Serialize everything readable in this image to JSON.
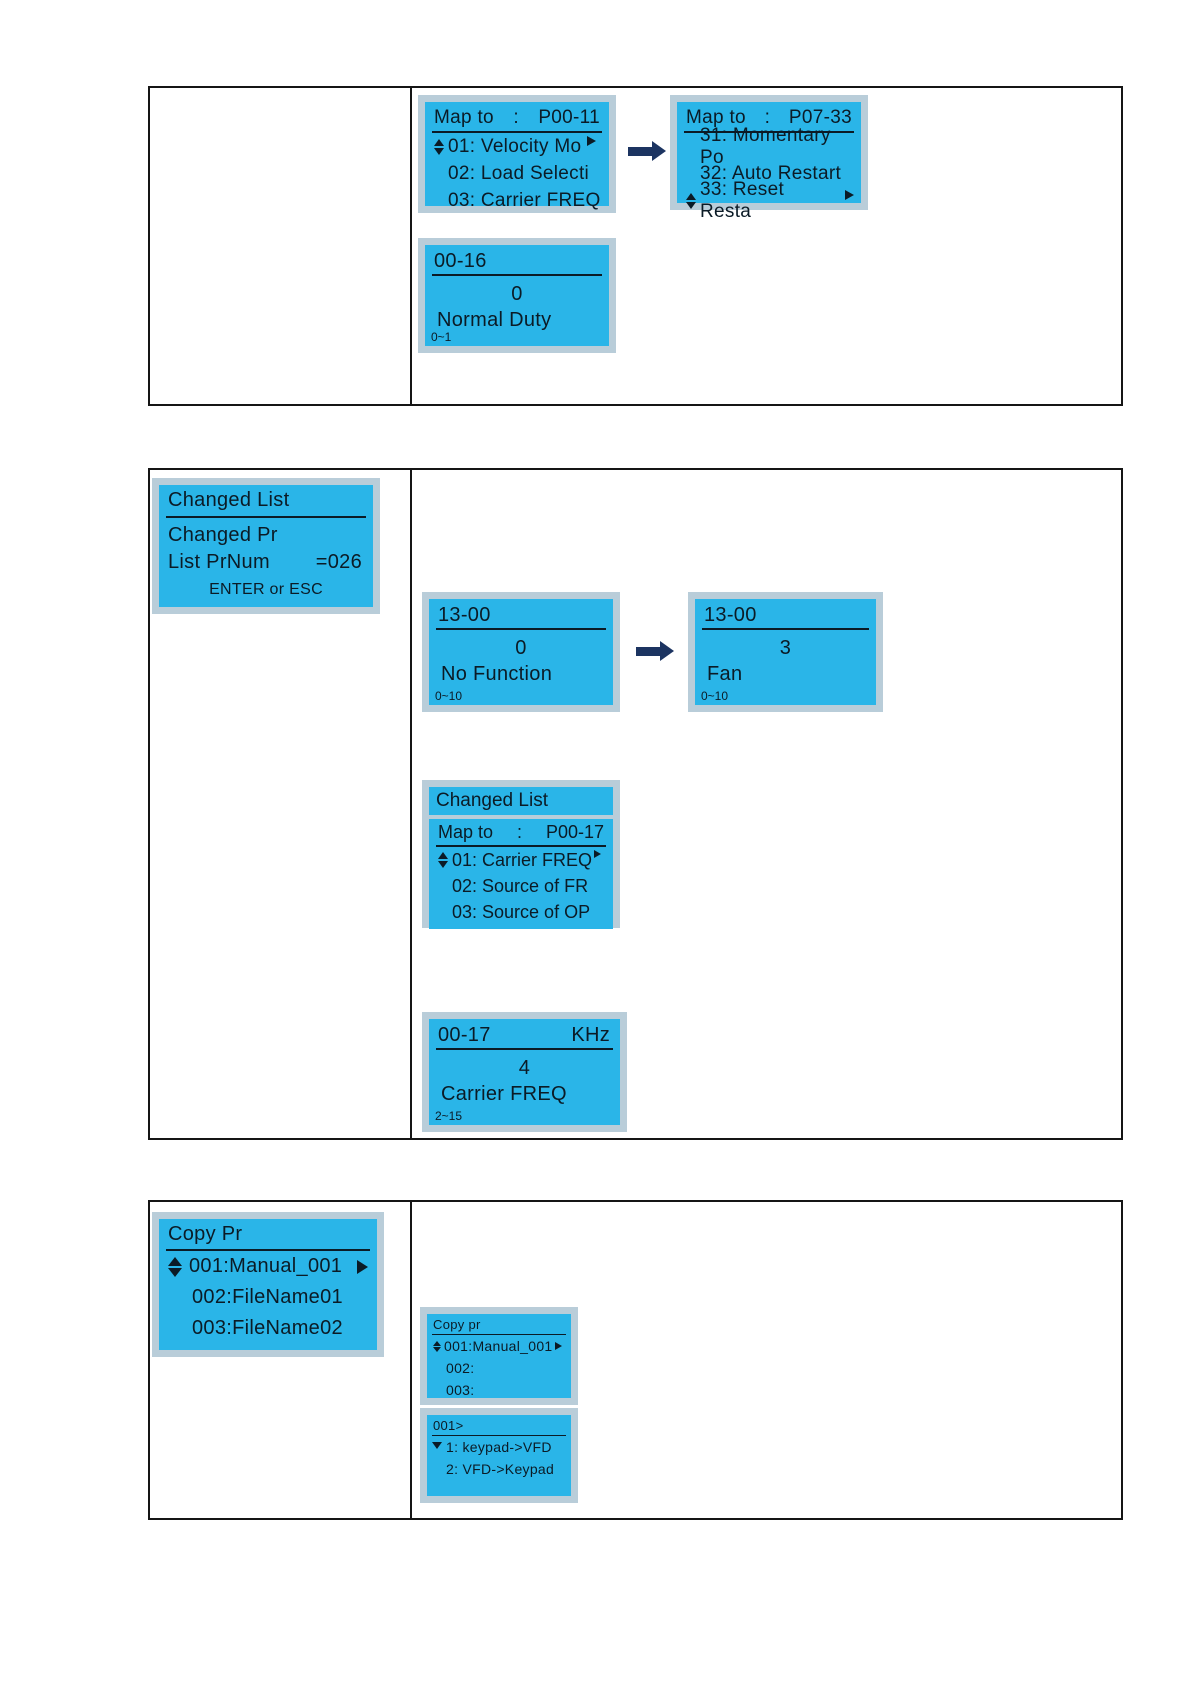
{
  "colors": {
    "page_bg": "#ffffff",
    "screen_bg": "#2ab5e8",
    "screen_frame": "#b9cdd9",
    "screen_text": "#0b1b26",
    "flow_arrow": "#1c3461",
    "table_border": "#151515"
  },
  "icons": {
    "updown_selector": "▲▼",
    "cursor_right": "▶",
    "cursor_down": "▼",
    "flow_arrow_right": "→"
  },
  "screens": {
    "map_p00_11": {
      "header_label": "Map to",
      "header_sep": ":",
      "header_code": "P00-11",
      "items": [
        "01: Velocity Mo",
        "02: Load Selecti",
        "03: Carrier FREQ"
      ]
    },
    "map_p07_33": {
      "header_label": "Map to",
      "header_sep": ":",
      "header_code": "P07-33",
      "items": [
        "31: Momentary Po",
        "32: Auto Restart",
        "33: Reset Resta"
      ]
    },
    "param_00_16": {
      "code": "00-16",
      "unit": "",
      "value": "0",
      "label": "Normal Duty",
      "range": "0~1"
    },
    "changed_list_info": {
      "title": "Changed List",
      "line1": "Changed Pr",
      "line2_label": "List PrNum",
      "line2_value": "=026",
      "footer": "ENTER or ESC"
    },
    "param_13_00_before": {
      "code": "13-00",
      "unit": "",
      "value": "0",
      "label": "No Function",
      "range": "0~10"
    },
    "param_13_00_after": {
      "code": "13-00",
      "unit": "",
      "value": "3",
      "label": "Fan",
      "range": "0~10"
    },
    "changed_list_map": {
      "title": "Changed List",
      "header_label": "Map to",
      "header_sep": ":",
      "header_code": "P00-17",
      "items": [
        "01: Carrier FREQ",
        "02: Source of FR",
        "03: Source of OP"
      ]
    },
    "param_00_17": {
      "code": "00-17",
      "unit": "KHz",
      "value": "4",
      "label": "Carrier FREQ",
      "range": "2~15"
    },
    "copy_pr_list": {
      "title": "Copy Pr",
      "items": [
        "001:Manual_001",
        "002:FileName01",
        "003:FileName02"
      ]
    },
    "copy_pr_mini": {
      "title": "Copy pr",
      "items": [
        "001:Manual_001",
        "002:",
        "003:"
      ]
    },
    "copy_direction": {
      "title": "001>",
      "items": [
        "1: keypad->VFD",
        "2: VFD->Keypad"
      ]
    }
  }
}
